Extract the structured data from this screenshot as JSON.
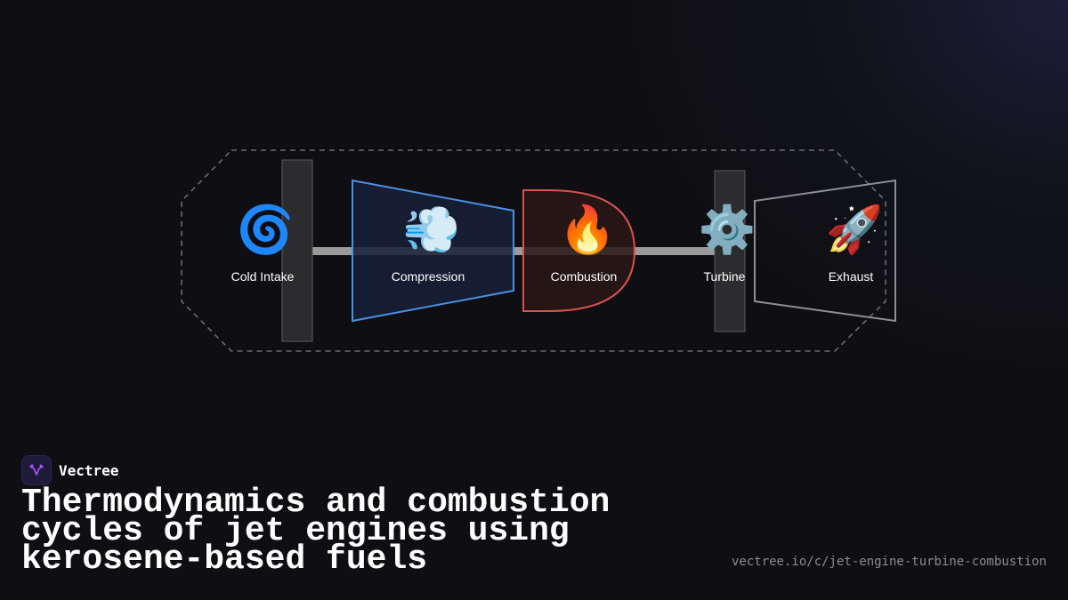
{
  "brand": {
    "name": "Vectree",
    "accent_color": "#a855f7"
  },
  "title": "Thermodynamics and combustion cycles of jet engines using kerosene-based fuels",
  "url": "vectree.io/c/jet-engine-turbine-combustion",
  "diagram": {
    "stages": [
      {
        "key": "intake",
        "label": "Cold Intake",
        "icon": "cyclone-icon",
        "glyph": "🌀"
      },
      {
        "key": "compression",
        "label": "Compression",
        "icon": "dashing-away-icon",
        "glyph": "💨"
      },
      {
        "key": "combustion",
        "label": "Combustion",
        "icon": "fire-icon",
        "glyph": "🔥"
      },
      {
        "key": "turbine",
        "label": "Turbine",
        "icon": "gear-icon",
        "glyph": "⚙️"
      },
      {
        "key": "exhaust",
        "label": "Exhaust",
        "icon": "rocket-icon",
        "glyph": "🚀"
      }
    ],
    "colors": {
      "compressor_stroke": "#4a8fe0",
      "compressor_fill": "#172038",
      "combustor_stroke": "#d9514e",
      "combustor_fill": "#2a1616",
      "nozzle_stroke": "#8e8e96",
      "shaft": "#9a9a9a",
      "housing_stroke": "#6a6a70",
      "blade_fill": "#2c2c2e",
      "blade_stroke": "#5a5a60"
    }
  }
}
